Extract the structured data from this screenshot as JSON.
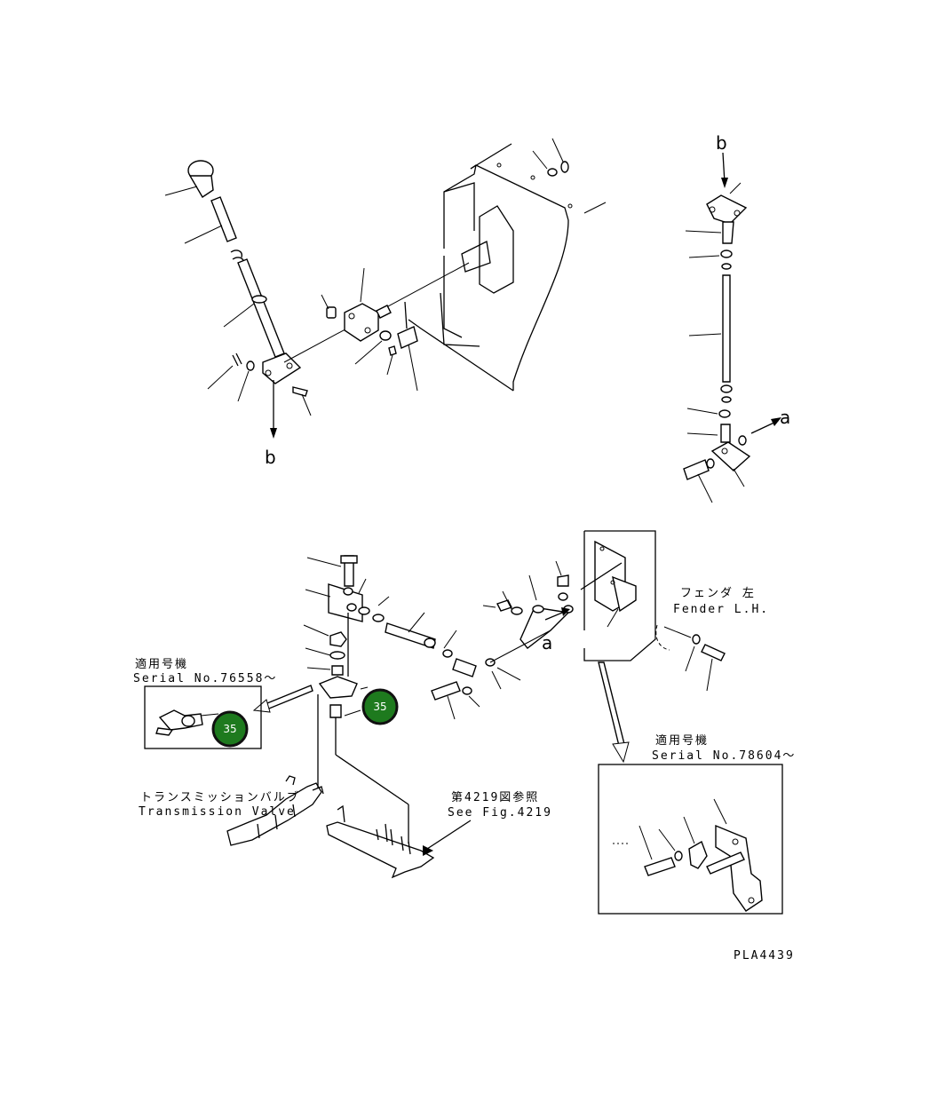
{
  "diagram": {
    "labels": {
      "b_top": "b",
      "b_bottom": "b",
      "a_right": "a",
      "a_mid": "a",
      "fender_jp": "フェンダ 左",
      "fender_en": "Fender L.H.",
      "serial_left_jp": "適用号機",
      "serial_left_en": "Serial No.76558～",
      "serial_right_jp": "適用号機",
      "serial_right_en": "Serial No.78604～",
      "trans_jp": "トランスミッションバルブ",
      "trans_en": "Transmission Valve",
      "seefig_jp": "第4219図参照",
      "seefig_en": "See Fig.4219",
      "drawing_id": "PLA4439"
    },
    "badges": [
      {
        "text": "35",
        "color": "#1e7a1e"
      },
      {
        "text": "35",
        "color": "#1e7a1e"
      }
    ]
  }
}
